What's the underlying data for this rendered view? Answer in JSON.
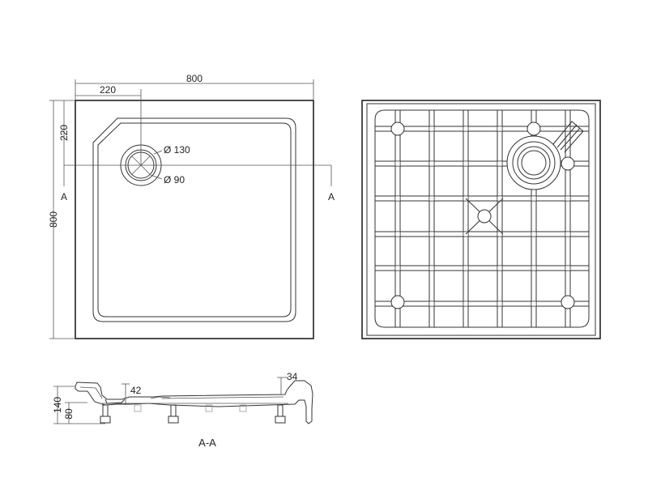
{
  "drawing": {
    "top_view": {
      "dim_width": "800",
      "dim_offset_x": "220",
      "dim_offset_y": "220",
      "dim_height": "800",
      "waste_outer": "Ø 130",
      "waste_inner": "Ø 90",
      "section_mark_left": "A",
      "section_mark_right": "A"
    },
    "section_view": {
      "dim_total_height": "140",
      "dim_base_height": "80",
      "dim_waste_height": "42",
      "dim_rim_height": "34",
      "caption": "A-A"
    }
  },
  "colors": {
    "line": "#333333",
    "background": "#ffffff"
  }
}
